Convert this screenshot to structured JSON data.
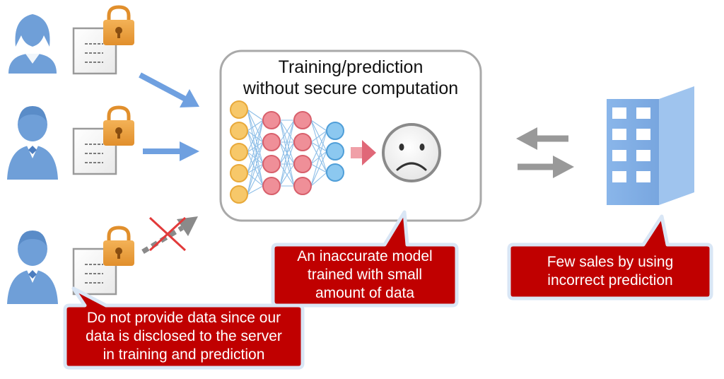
{
  "colors": {
    "person": "#6f9fd8",
    "lock": "#f0a040",
    "arrow_blue": "#6fa0e0",
    "callout_fill": "#c00000",
    "callout_border": "#d9e6f5",
    "building": "#7faee6",
    "gray_arrow": "#999999",
    "input_layer": "#f7c86a",
    "hidden_layer": "#ef8f98",
    "output_layer": "#8cc8f0"
  },
  "icons": {
    "users": [
      "person-female-icon",
      "person-male-icon",
      "person-male-icon"
    ],
    "document": "document-icon",
    "lock": "lock-icon",
    "building": "building-icon",
    "face": "sad-face-icon",
    "cross": "cross-icon"
  },
  "training_box": {
    "title_line1": "Training/prediction",
    "title_line2": "without secure computation"
  },
  "callouts": {
    "model": {
      "line1": "An inaccurate model",
      "line2": "trained with small",
      "line3": "amount of data"
    },
    "sales": {
      "line1": "Few sales by using",
      "line2": "incorrect prediction"
    },
    "user": {
      "line1": "Do not provide data since our",
      "line2": "data is disclosed to the server",
      "line3": "in training and prediction"
    }
  }
}
